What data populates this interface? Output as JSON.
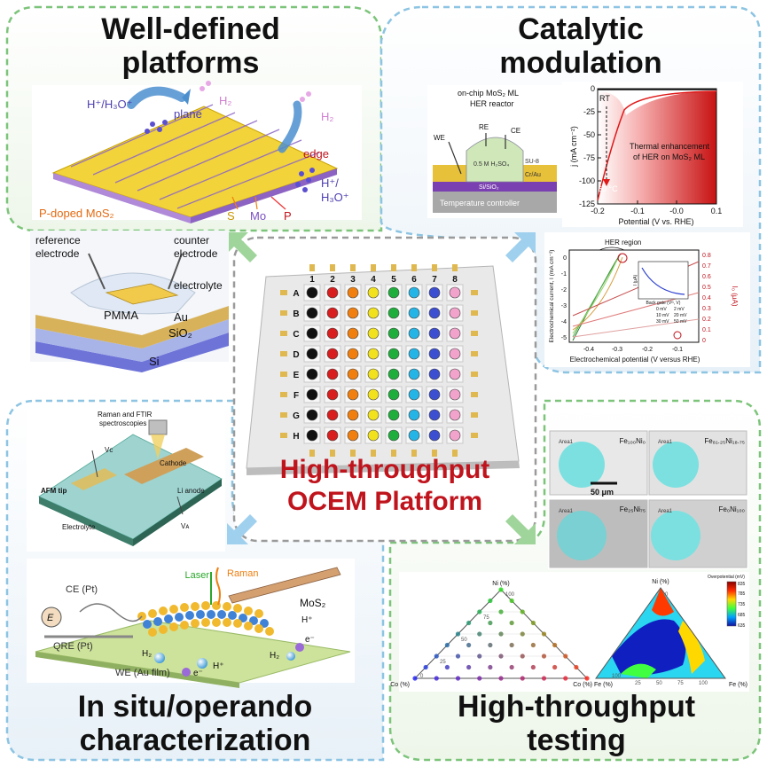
{
  "quadrants": {
    "top_left": {
      "title_line1": "Well-defined",
      "title_line2": "platforms"
    },
    "top_right": {
      "title_line1": "Catalytic",
      "title_line2": "modulation"
    },
    "bottom_left": {
      "title_line1": "In situ/operando",
      "title_line2": "characterization"
    },
    "bottom_right": {
      "title_line1": "High-throughput",
      "title_line2": "testing"
    }
  },
  "center": {
    "title_line1": "High-throughput",
    "title_line2": "OCEM Platform"
  },
  "mos2_panel": {
    "h_label": "H⁺/H₃O⁺",
    "plane": "plane",
    "h2_a": "H₂",
    "h2_b": "H₂",
    "edge": "edge",
    "h_right": "H⁺/",
    "h3o": "H₃O⁺",
    "doped": "P-doped MoS₂",
    "s": "S",
    "mo": "Mo",
    "p": "P"
  },
  "device_panel": {
    "reference": "reference",
    "reference2": "electrode",
    "counter": "counter",
    "counter2": "electrode",
    "electrolyte": "electrolyte",
    "pmma": "PMMA",
    "au": "Au",
    "sio2": "SiO₂",
    "si": "Si"
  },
  "reactor_panel": {
    "title1": "on-chip MoS₂ ML",
    "title2": "HER reactor",
    "re": "RE",
    "ce": "CE",
    "we": "WE",
    "solution": "0.5 M H₂SO₄",
    "su8": "SU-8",
    "crau": "Cr/Au",
    "sisio2": "Si/SiO₂",
    "controller": "Temperature controller"
  },
  "thermal_chart": {
    "ylabel": "j (mA cm⁻²)",
    "xlabel": "Potential (V vs. RHE)",
    "rt": "RT",
    "t60": "60 °C",
    "note1": "Thermal enhancement",
    "note2": "of HER on MoS₂ ML"
  },
  "her_chart": {
    "region": "HER region",
    "ylabel": "Electrochemical current, I (mA cm⁻²)",
    "xlabel": "Electrochemical potential (V versus RHE)",
    "y2label": "I₀ (μA)",
    "inset_x": "Back gate (Vᴳ, V)",
    "inset_y": "I (μA)",
    "legend": [
      "0 mV",
      "2 mV",
      "10 mV",
      "20 mV",
      "30 mV",
      "50 mV"
    ]
  },
  "afm_panel": {
    "raman": "Raman and FTIR",
    "raman2": "spectroscopies",
    "vc": "Vᴄ",
    "cathode": "Cathode",
    "afm": "AFM tip",
    "li": "Li anode",
    "electrolyte": "Electrolyte",
    "va": "Vᴀ"
  },
  "raman_panel": {
    "laser": "Laser",
    "raman": "Raman",
    "ce": "CE (Pt)",
    "e": "E",
    "qre": "QRE (Pt)",
    "mos2": "MoS₂",
    "h_plus": "H⁺",
    "e_minus": "e⁻",
    "h2_a": "H₂",
    "h2_b": "H₂",
    "e_minus_b": "e⁻",
    "h_plus_b": "H⁺",
    "we": "WE (Au film)"
  },
  "micrographs": {
    "labels": [
      "Fe₁₀₀Ni₀",
      "Fe₈₁.₂₅Ni₁₈.₇₅",
      "Fe₂₅Ni₇₅",
      "Fe₀Ni₁₀₀"
    ],
    "area": "Area1",
    "scale": "50 μm"
  },
  "ternary": {
    "top": "Ni (%)",
    "left": "Co (%)",
    "right": "Fe (%)",
    "ticks": [
      "0",
      "25",
      "50",
      "75",
      "100"
    ],
    "cbar_title": "Overpotential (mV)",
    "cbar_ticks": [
      "835",
      "785",
      "735",
      "685",
      "635"
    ]
  },
  "chip": {
    "columns": [
      "1",
      "2",
      "3",
      "4",
      "5",
      "6",
      "7",
      "8"
    ],
    "rows": [
      "A",
      "B",
      "C",
      "D",
      "E",
      "F",
      "G",
      "H"
    ],
    "colors": [
      "#111111",
      "#d81e1e",
      "#f07f10",
      "#f2e21e",
      "#1fae3c",
      "#25b4e6",
      "#3d4fd1",
      "#f2a3cc"
    ]
  },
  "colors": {
    "green": "#7cc47a",
    "blue": "#8cc4e2",
    "red": "#c0141d",
    "gray": "#9a9a9a"
  }
}
